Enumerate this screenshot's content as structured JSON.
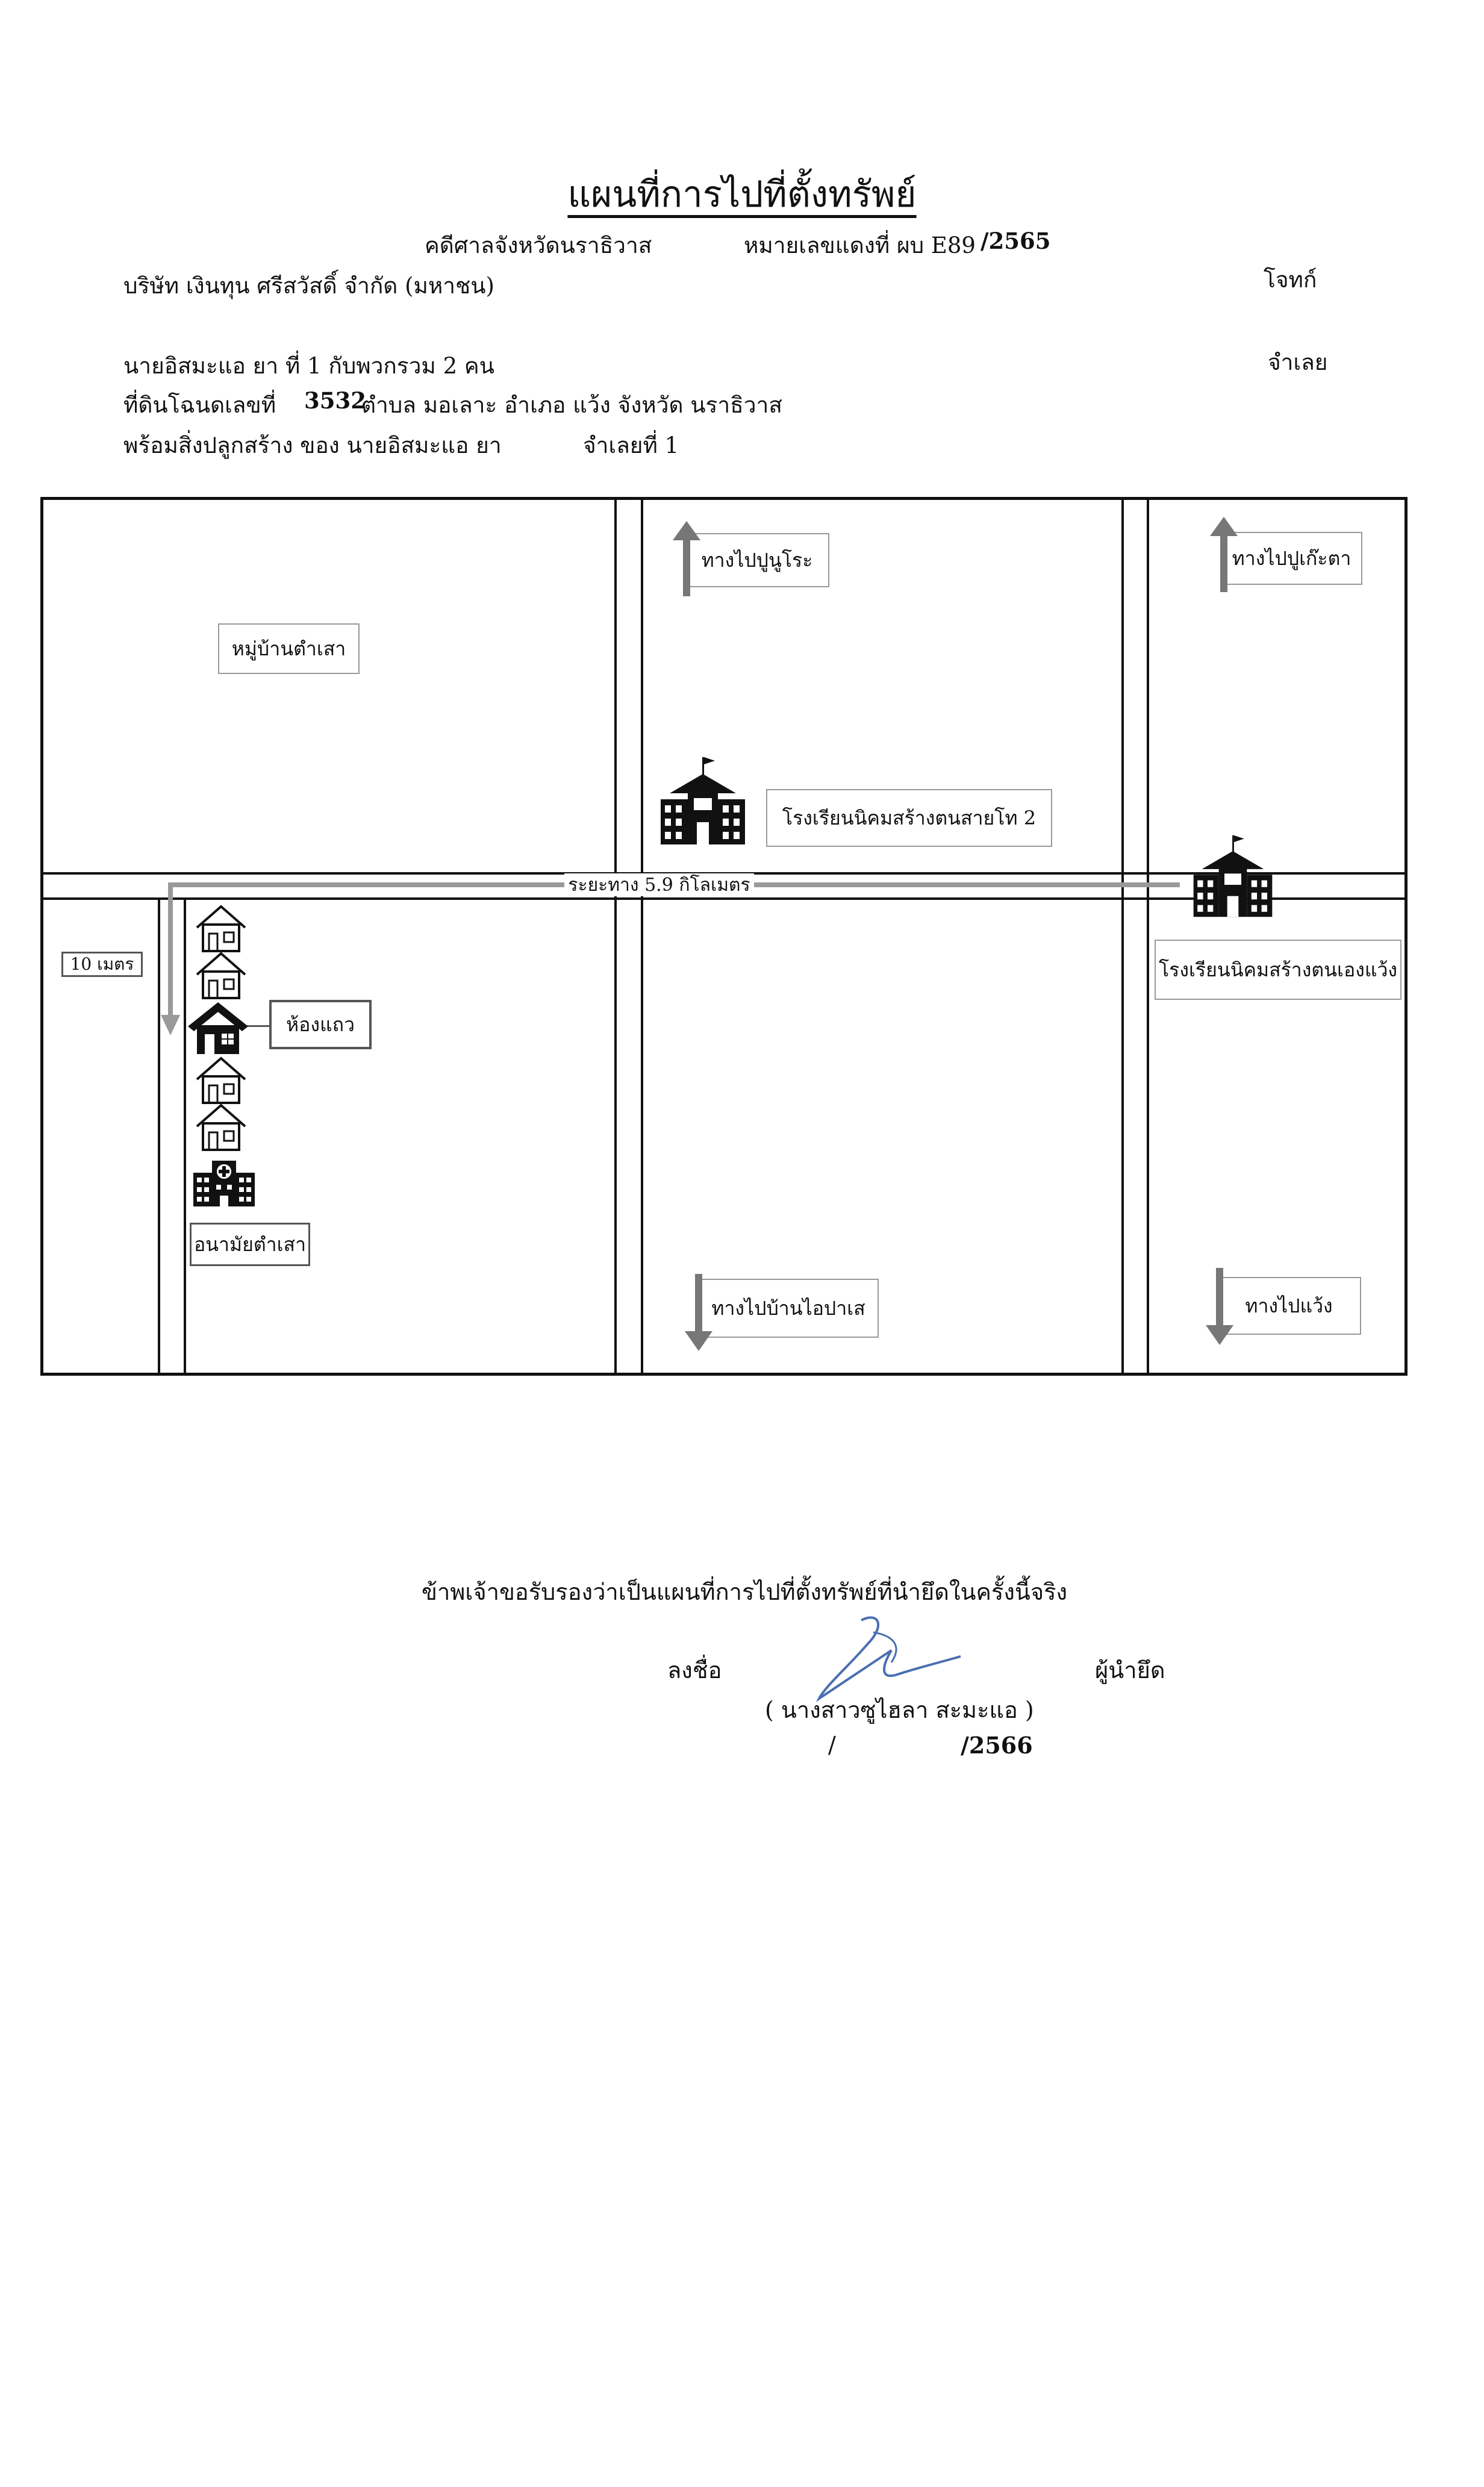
{
  "doc": {
    "title": "แผนที่การไปที่ตั้งทรัพย์",
    "court": "คดีศาลจังหวัดนราธิวาส",
    "case_number": "หมายเลขแดงที่ ผบ E89",
    "case_year": "/2565",
    "plaintiff": "บริษัท เงินทุน ศรีสวัสดิ์ จำกัด (มหาชน)",
    "plaintiff_role": "โจทก์",
    "defendant": "นายอิสมะแอ ยา ที่ 1 กับพวกรวม 2 คน",
    "defendant_role": "จำเลย",
    "land_title_label": "ที่ดินโฉนดเลขที่",
    "land_title_no": "3532",
    "land_location": "ตำบล มอเลาะ อำเภอ แว้ง จังหวัด นราธิวาส",
    "buildings_line": "พร้อมสิ่งปลูกสร้าง ของ นายอิสมะแอ ยา",
    "buildings_owner_role": "จำเลยที่ 1"
  },
  "map": {
    "village": "หมู่บ้านตำเสา",
    "to_punuro": "ทางไปปูนูโระ",
    "to_pugeta": "ทางไปปูเก๊ะตา",
    "school_1": "โรงเรียนนิคมสร้างตนสายโท 2",
    "school_2": "โรงเรียนนิคมสร้างตนเองแว้ง",
    "distance": "ระยะทาง 5.9 กิโลเมตร",
    "width_10m": "10 เมตร",
    "row_house": "ห้องแถว",
    "health_center": "อนามัยตำเสา",
    "to_ban_aipase": "ทางไปบ้านไอปาเส",
    "to_waeng": "ทางไปแว้ง",
    "icons": [
      "house-icon",
      "house-icon",
      "target-house-icon",
      "house-icon",
      "house-icon",
      "hospital-icon",
      "school-icon",
      "school-icon",
      "arrow-up-icon",
      "arrow-down-icon"
    ]
  },
  "certify": {
    "statement": "ข้าพเจ้าขอรับรองว่าเป็นแผนที่การไปที่ตั้งทรัพย์ที่นำยึดในครั้งนี้จริง",
    "sign_label": "ลงชื่อ",
    "role": "ผู้นำยึด",
    "name": "( นางสาวซูไฮลา สะมะแอ )",
    "date_slash": "/",
    "date_year": "/2566"
  }
}
